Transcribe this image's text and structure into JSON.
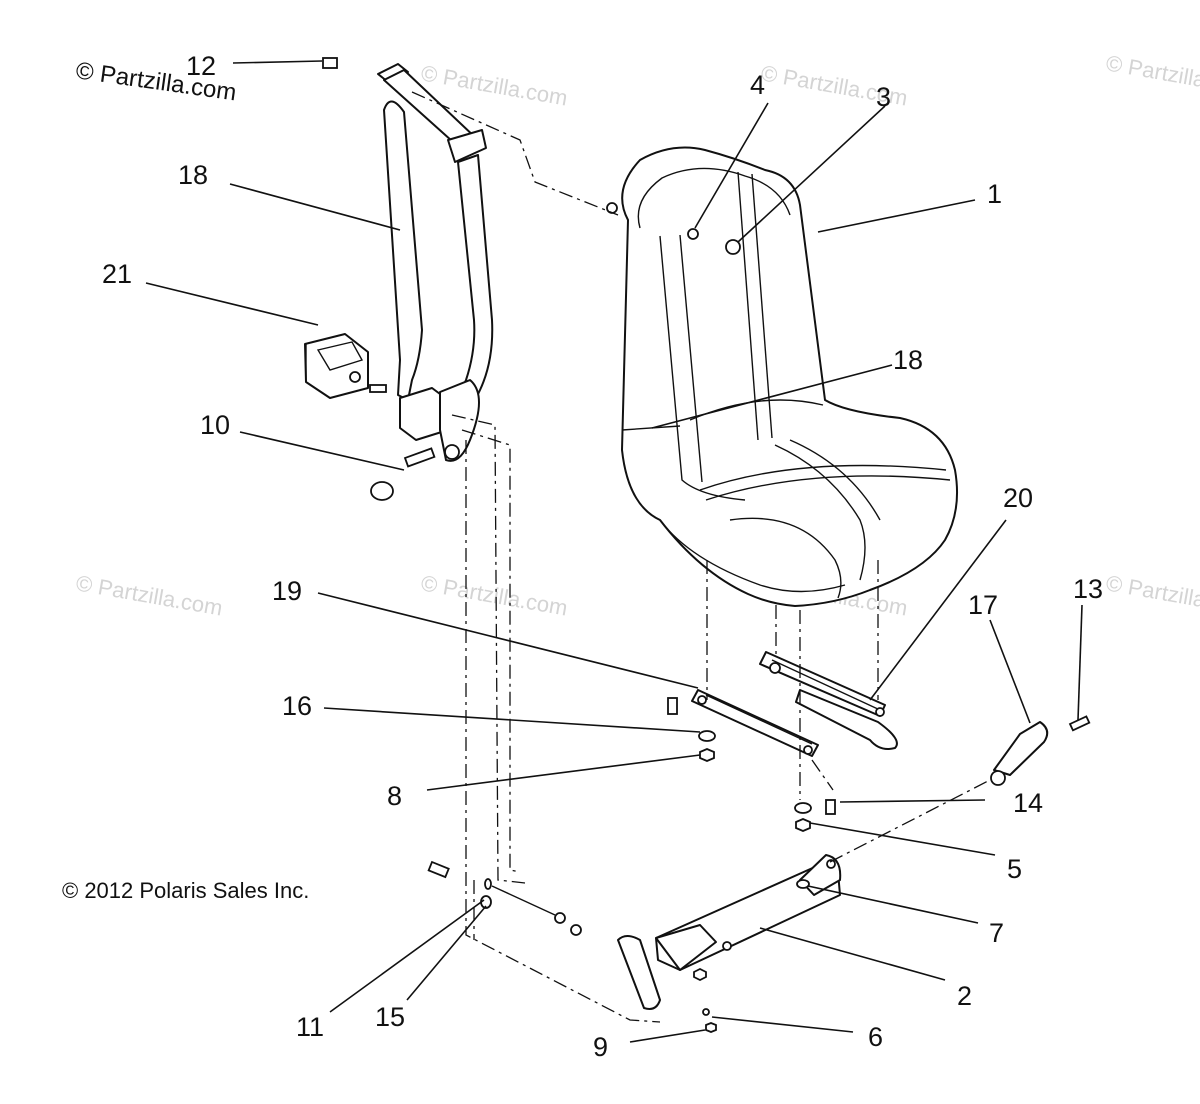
{
  "copyright_notice": "© Partzilla.com",
  "watermark_text": "© Partzilla.com",
  "footer_copyright": "© 2012 Polaris Sales Inc.",
  "callouts": {
    "c1": "1",
    "c2": "2",
    "c3": "3",
    "c4": "4",
    "c5": "5",
    "c6": "6",
    "c7": "7",
    "c8": "8",
    "c9": "9",
    "c10": "10",
    "c11": "11",
    "c12": "12",
    "c13": "13",
    "c14": "14",
    "c15": "15",
    "c16": "16",
    "c17": "17",
    "c18a": "18",
    "c18b": "18",
    "c19": "19",
    "c20": "20",
    "c21": "21"
  }
}
